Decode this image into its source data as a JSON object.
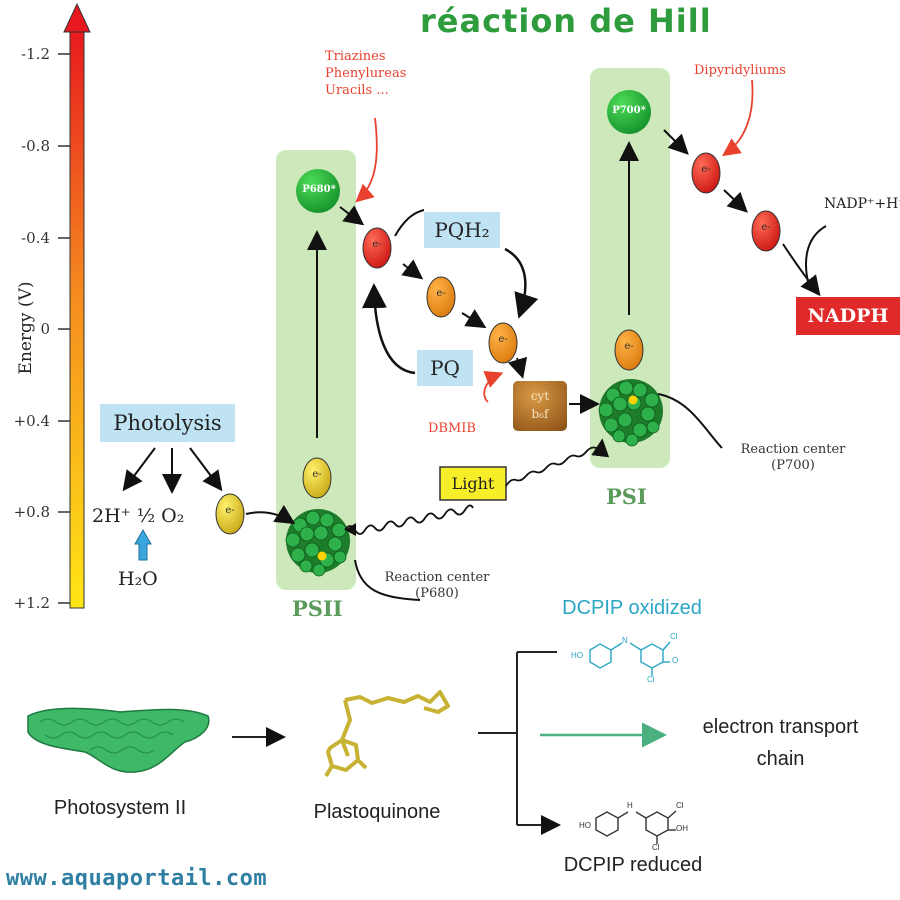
{
  "title": "réaction de Hill",
  "axis": {
    "label": "Energy (V)",
    "ticks": [
      "-1.2",
      "-0.8",
      "-0.4",
      "0",
      "+0.4",
      "+0.8",
      "+1.2"
    ]
  },
  "labels": {
    "photolysis": "Photolysis",
    "products": "2H⁺ ½ O₂",
    "water": "H₂O",
    "psii": "PSII",
    "psi": "PSI",
    "p680": "P680*",
    "p700": "P700*",
    "pqh2": "PQH₂",
    "pq": "PQ",
    "light": "Light",
    "cyt_line1": "cyt",
    "cyt_line2": "b₆f",
    "nadph": "NADPH",
    "nadp": "NADP⁺+H⁺",
    "electron": "e-"
  },
  "notes": {
    "inhibitors_psii": [
      "Triazines",
      "Phenylureas",
      "Uracils ..."
    ],
    "dbmib": "DBMIB",
    "dipyridyliums": "Dipyridyliums",
    "rc_psii_line1": "Reaction center",
    "rc_psii_line2": "(P680)",
    "rc_psi_line1": "Reaction center",
    "rc_psi_line2": "(P700)"
  },
  "lower": {
    "photosystem": "Photosystem II",
    "plastoquinone": "Plastoquinone",
    "dcpip_oxidized": "DCPIP oxidized",
    "etc_line1": "electron transport",
    "etc_line2": "chain",
    "dcpip_reduced": "DCPIP reduced",
    "chem_labels": {
      "ho": "HO",
      "n": "N",
      "cl": "Cl",
      "o": "O",
      "h": "H",
      "oh": "OH"
    }
  },
  "colors": {
    "title": "#2e9b3c",
    "ps_box": "#c8e6b4",
    "blue_box": "#bfe3f3",
    "red_note": "#e8422f",
    "nadph_box": "#e02a2a",
    "dcpip_oxidized": "#2aa6c4",
    "etc_arrow": "#4caf80"
  },
  "watermark": "www.aquaportail.com"
}
